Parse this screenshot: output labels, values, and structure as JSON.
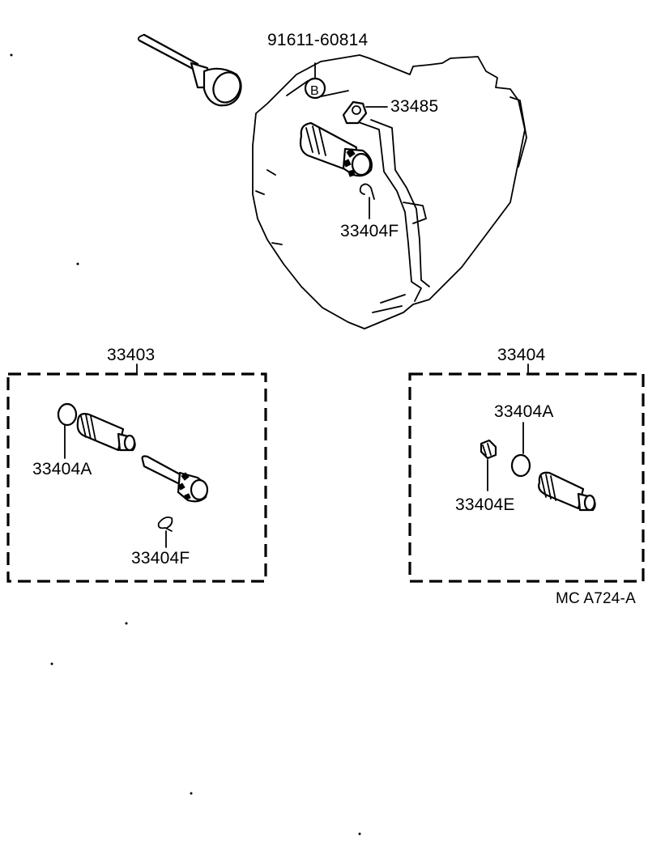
{
  "labels": {
    "bolt": "91611-60814",
    "bolt_symbol": "B",
    "plate": "33485",
    "clip_top": "33404F",
    "kit_left": "33403",
    "kit_left_oring": "33404A",
    "kit_left_clip": "33404F",
    "kit_right": "33404",
    "kit_right_oring": "33404A",
    "kit_right_bushing": "33404E",
    "figure_code": "MC  A724-A"
  },
  "icons": [
    "speedometer-cable",
    "transmission-case",
    "speedometer-driven-gear",
    "o-ring",
    "clip",
    "bushing",
    "sleeve"
  ]
}
